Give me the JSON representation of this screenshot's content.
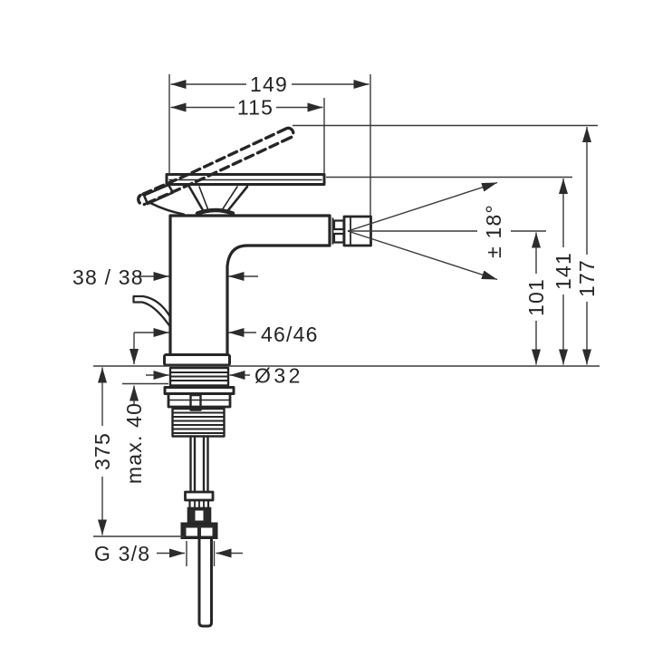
{
  "drawing": {
    "kind": "technical dimension drawing - single-hole bidet mixer, side elevation",
    "ink_color": "#262626",
    "dimension_line_color": "#3a3a3a",
    "background": "#ffffff",
    "labels": {
      "width_total": "149",
      "width_lever": "115",
      "body_upper": "38 / 38",
      "body_base": "46/46",
      "shank_diameter": "Ø32",
      "spray_angle": "± 18°",
      "height_aerator": "101",
      "height_spout": "141",
      "height_total": "177",
      "hose_length": "375",
      "deck_thickness": "max. 40",
      "thread_size": "G 3/8"
    }
  }
}
